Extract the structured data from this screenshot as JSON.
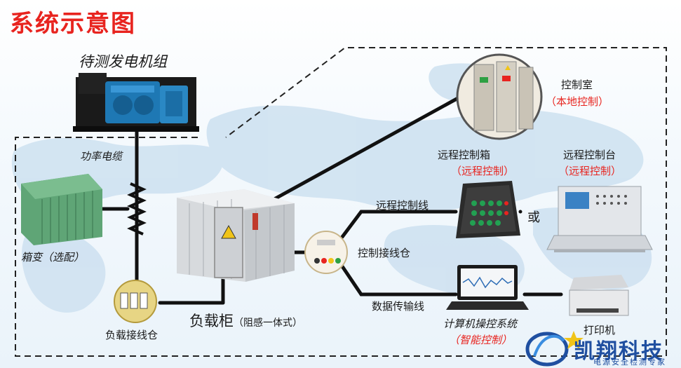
{
  "title": "系统示意图",
  "generator": {
    "label": "待测发电机组"
  },
  "power_cable": {
    "label": "功率电缆"
  },
  "box_transformer": {
    "label": "箱变（选配）"
  },
  "load_wiring_bin": {
    "label": "负载接线仓"
  },
  "load_cabinet": {
    "label": "负载柜",
    "sub": "（阻感一体式）"
  },
  "control_room": {
    "label": "控制室",
    "sub": "（本地控制）"
  },
  "remote_box": {
    "label": "远程控制箱",
    "sub": "（远程控制）"
  },
  "remote_desk": {
    "label": "远程控制台",
    "sub": "（远程控制）"
  },
  "or_text": "或",
  "remote_line": {
    "label": "远程控制线"
  },
  "control_wiring_bin": {
    "label": "控制接线仓"
  },
  "data_line": {
    "label": "数据传输线"
  },
  "computer": {
    "label": "计算机操控系统",
    "sub": "（智能控制）"
  },
  "printer": {
    "label": "打印机"
  },
  "logo": {
    "text": "凯翔科技",
    "sub": "电源安全检测专家"
  },
  "colors": {
    "title_red": "#e8241f",
    "accent_red": "#e8241f",
    "line_black": "#111111",
    "logo_blue": "#1f4fa0"
  }
}
